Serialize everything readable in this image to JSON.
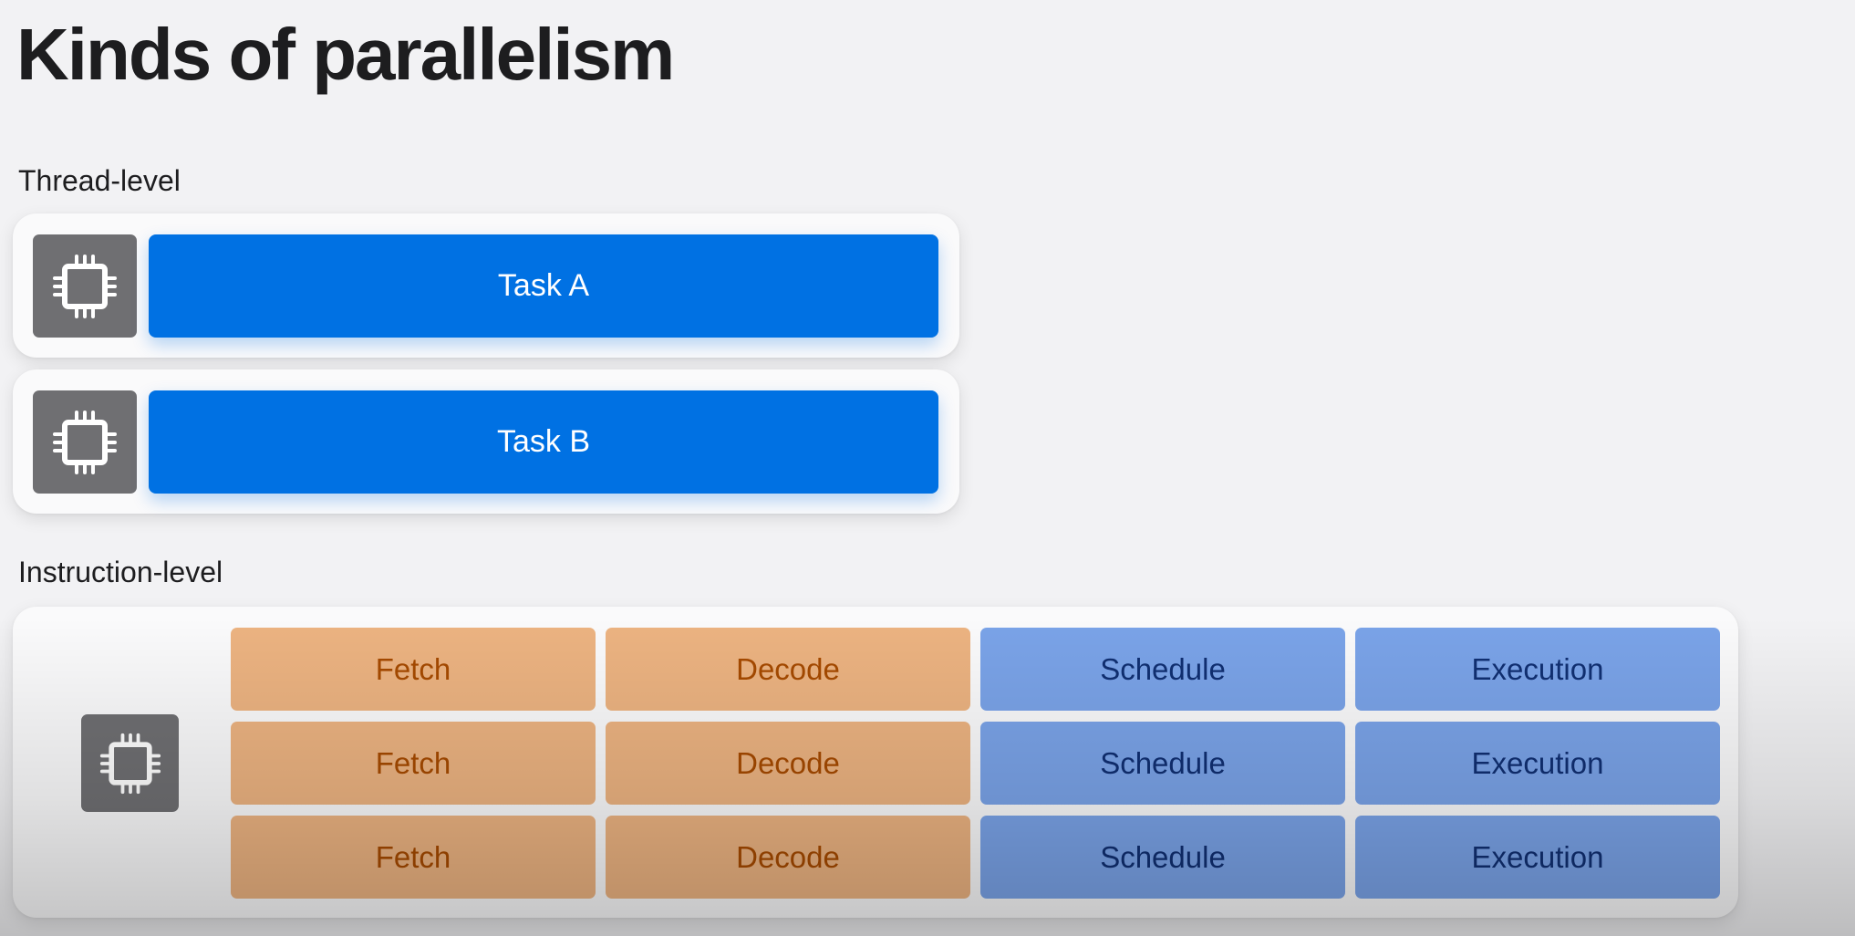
{
  "slide": {
    "title": "Kinds of parallelism"
  },
  "thread_level": {
    "label": "Thread-level",
    "rows": [
      {
        "chip_icon": "cpu-chip-icon",
        "task_label": "Task A"
      },
      {
        "chip_icon": "cpu-chip-icon",
        "task_label": "Task B"
      }
    ]
  },
  "instruction_level": {
    "label": "Instruction-level",
    "chip_icon": "cpu-chip-icon",
    "rows": [
      [
        "Fetch",
        "Decode",
        "Schedule",
        "Execution"
      ],
      [
        "Fetch",
        "Decode",
        "Schedule",
        "Execution"
      ],
      [
        "Fetch",
        "Decode",
        "Schedule",
        "Execution"
      ]
    ]
  },
  "colors": {
    "task_blue": "#0071e3",
    "stage_orange": "#ecb381",
    "stage_orange_text": "#a64a00",
    "stage_blue": "#7aa3e8",
    "stage_blue_text": "#102f72",
    "chip_gray": "#6f6f72"
  }
}
